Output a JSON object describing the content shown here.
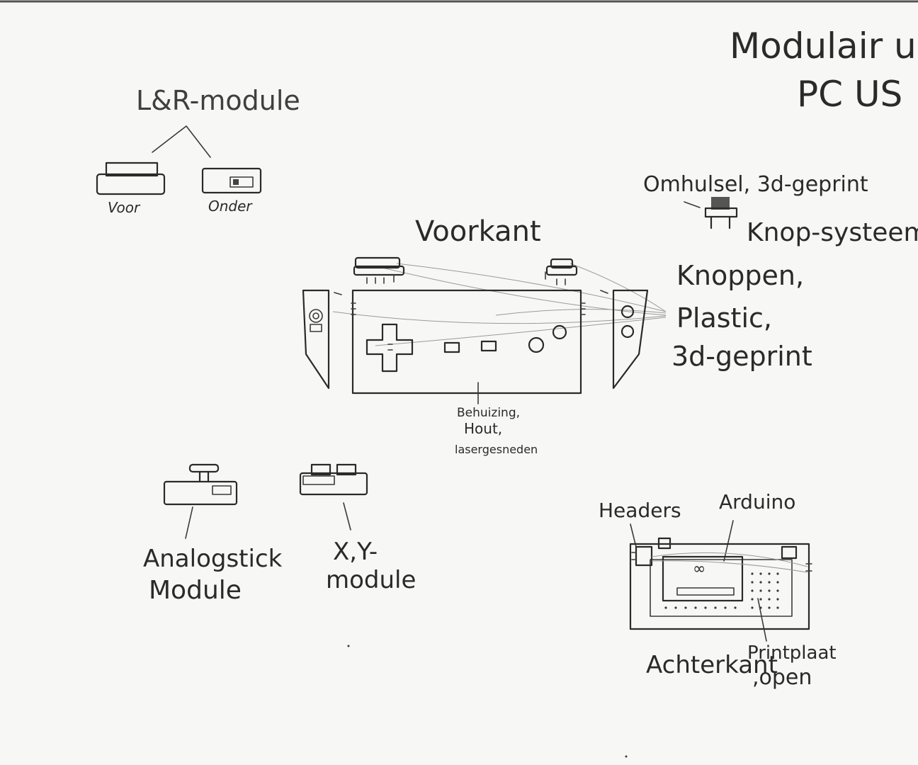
{
  "title": {
    "line1": "Modulair ui",
    "line2": "PC US"
  },
  "lr_module": {
    "label": "L&R-module",
    "front_label": "Voor",
    "bottom_label": "Onder"
  },
  "front_view": {
    "label": "Voorkant"
  },
  "housing_label": {
    "line1": "Behuizing,",
    "line2": "Hout,",
    "line3": "lasergesneden"
  },
  "buttons_label": {
    "line1": "Knoppen,",
    "line2": "Plastic,",
    "line3": "3d-geprint"
  },
  "button_system": {
    "cover_label": "Omhulsel, 3d-geprint",
    "system_label": "Knop-systeem"
  },
  "analog_module": {
    "line1": "Analogstick",
    "line2": "Module"
  },
  "xy_module": {
    "line1": "X,Y-",
    "line2": "module"
  },
  "back_view": {
    "headers_label": "Headers",
    "arduino_label": "Arduino",
    "back_label": "Achterkant",
    "pcb_label_line1": "Printplaat",
    "pcb_label_line2": ",open",
    "arduino_logo": "∞"
  }
}
